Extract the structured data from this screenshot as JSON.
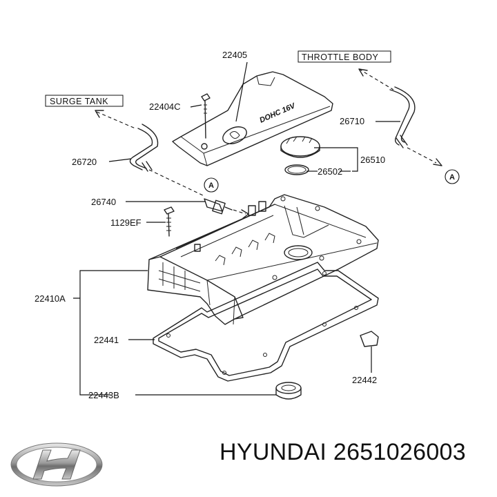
{
  "callouts": {
    "cover_top": "22405",
    "throttle_body": "THROTTLE  BODY",
    "surge_tank": "SURGE  TANK",
    "bolt_top": "22404C",
    "hose_right": "26710",
    "hose_left": "26720",
    "cap_assy": "26510",
    "cap_gasket": "26502",
    "pcv_valve": "26740",
    "bolt_side": "1129EF",
    "valve_cover": "22410A",
    "cover_gasket": "22441",
    "plug_seal": "22442",
    "spark_seal": "22443B",
    "circle_a": "A",
    "circle_a2": "A",
    "cover_text": "DOHC 16V"
  },
  "footer": {
    "brand_part": "HYUNDAI 2651026003"
  },
  "colors": {
    "line": "#222222",
    "background": "#ffffff"
  },
  "icons": {
    "brand_logo": "hyundai-logo-icon"
  }
}
